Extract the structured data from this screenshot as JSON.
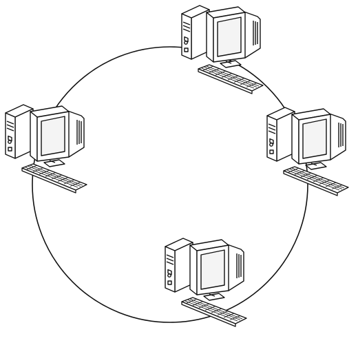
{
  "diagram": {
    "topology": "ring",
    "nodes": [
      {
        "id": "top",
        "icon": "desktop-computer-icon"
      },
      {
        "id": "left",
        "icon": "desktop-computer-icon"
      },
      {
        "id": "right",
        "icon": "desktop-computer-icon"
      },
      {
        "id": "bottom",
        "icon": "desktop-computer-icon"
      }
    ],
    "colors": {
      "stroke": "#111111",
      "fill": "#ffffff",
      "screen": "#f4f4f4"
    }
  }
}
